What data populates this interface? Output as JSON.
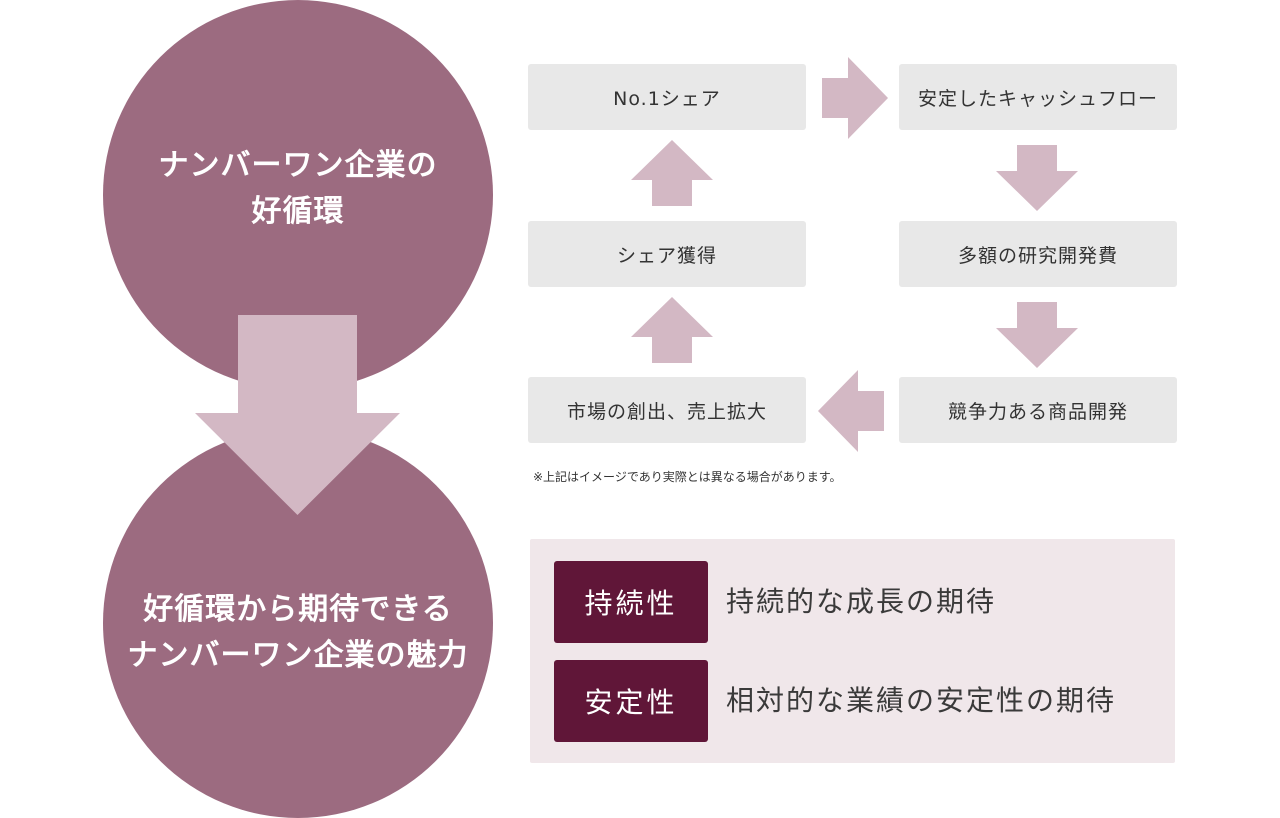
{
  "colors": {
    "circle": "#9c6b80",
    "arrow": "#d3b8c4",
    "box": "#e8e8e8",
    "badge": "#601638",
    "panel": "#f0e7ea"
  },
  "circle_top": {
    "lines": [
      "ナンバーワン企業の",
      "好循環"
    ]
  },
  "circle_bottom": {
    "lines": [
      "好循環から期待できる",
      "ナンバーワン企業の魅力"
    ]
  },
  "cycle": {
    "share": "No.1シェア",
    "cashflow": "安定したキャッシュフロー",
    "rnd": "多額の研究開発費",
    "product": "競争力ある商品開発",
    "market": "市場の創出、売上拡大",
    "acquire": "シェア獲得"
  },
  "note": "※上記はイメージであり実際とは異なる場合があります。",
  "benefits": [
    {
      "badge": "持続性",
      "text": "持続的な成長の期待"
    },
    {
      "badge": "安定性",
      "text": "相対的な業績の安定性の期待"
    }
  ]
}
